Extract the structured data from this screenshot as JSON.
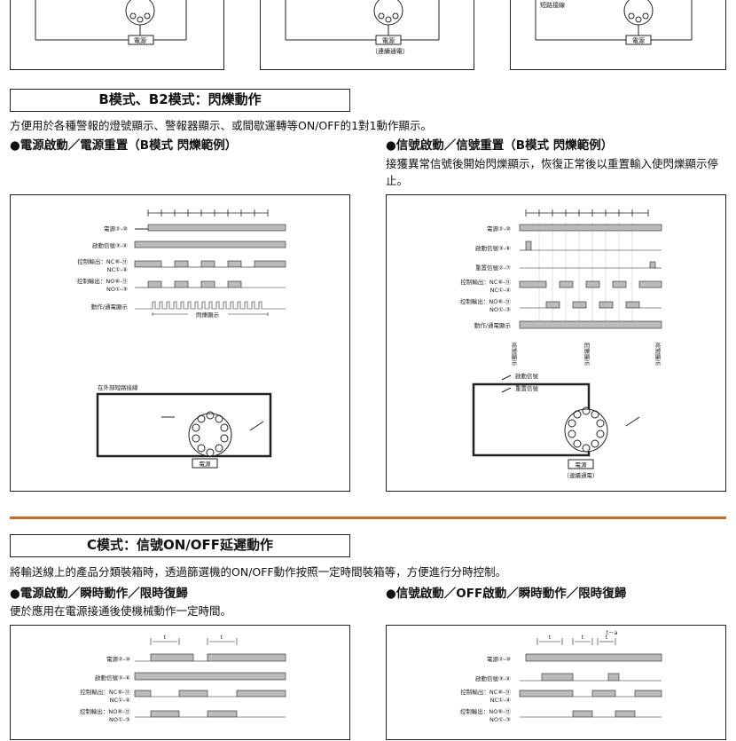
{
  "top": {
    "box3_label": "短路接線",
    "power_label": "電源",
    "continuous_label": "（連續通電）"
  },
  "b_mode": {
    "heading": "B模式、B2模式：閃爍動作",
    "description": "方便用於各種警報的燈號顯示、警報器顯示、或間歇運轉等ON/OFF的1對1動作顯示。",
    "left": {
      "subtitle": "●電源啟動／電源重置（B模式 閃爍範例）",
      "signals": [
        "電源②-⑩",
        "啟動信號③-⑥",
        "控制輸出：NC⑧-⑪",
        "NC①-④",
        "控制輸出：NO⑧-⑪",
        "NO①-③",
        "動作/通電顯示"
      ],
      "flash_label": "閃爍顯示",
      "wiring_label": "在外部短路接線",
      "power_label": "電源"
    },
    "right": {
      "subtitle": "●信號啟動／信號重置（B模式 閃爍範例）",
      "description": "接獲異常信號後開始閃爍顯示，恢復正常後以重置輸入使閃爍顯示停止。",
      "signals": [
        "電源②-⑩",
        "啟動信號③-⑥",
        "重置信號②-⑦",
        "控制輸出：NC⑧-⑪",
        "NC①-④",
        "控制輸出：NO⑧-⑪",
        "NO①-③",
        "動作/通電顯示"
      ],
      "vertical_labels": [
        "亮燈顯示",
        "閃爍顯示",
        "亮燈顯示"
      ],
      "start_signal_label": "啟動信號",
      "reset_signal_label": "重置信號",
      "power_label": "電源",
      "continuous_label": "（連續通電）"
    }
  },
  "c_mode": {
    "heading": "C模式：信號ON/OFF延遲動作",
    "description": "將輸送線上的產品分類裝箱時，透過篩選機的ON/OFF動作按照一定時間裝箱等，方便進行分時控制。",
    "left": {
      "subtitle": "●電源啟動／瞬時動作／限時復歸",
      "description": "便於應用在電源接通後使機械動作一定時間。",
      "signals": [
        "電源②-⑩",
        "啟動信號③-⑥",
        "控制輸出：NC⑧-⑪",
        "NC①-④",
        "控制輸出：NO⑧-⑪",
        "NO①-③"
      ],
      "t_label": "t",
      "t_label_2": "t"
    },
    "right": {
      "subtitle": "●信號啟動／OFF啟動／瞬時動作／限時復歸",
      "signals": [
        "電源②-⑩",
        "啟動信號③-⑥",
        "控制輸出：NC⑧-⑪",
        "NC①-④",
        "控制輸出：NO⑧-⑪",
        "NO①-③"
      ],
      "t_labels": [
        "t",
        "t",
        "t"
      ],
      "ta_label": "t－a"
    }
  },
  "colors": {
    "separator": "#d2691e",
    "bar": "#bbbbbb"
  }
}
